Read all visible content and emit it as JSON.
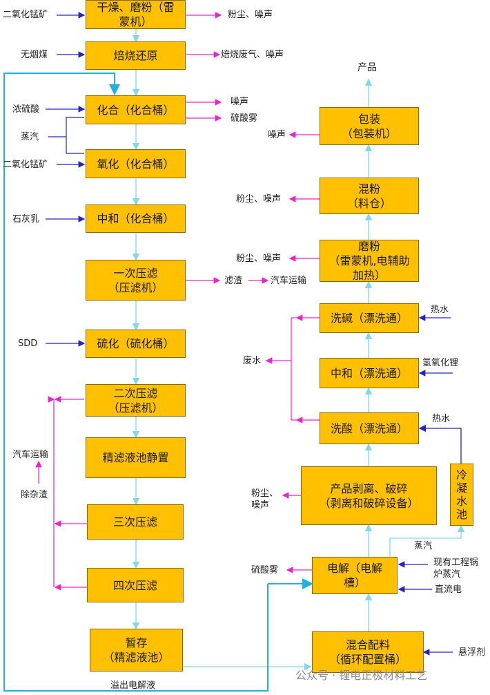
{
  "colors": {
    "box": "#ffc000",
    "flow": "#7fd8f0",
    "input": "#2323c8",
    "output": "#f020d0",
    "recycle": "#22b0e0"
  },
  "left": {
    "drying": "干燥、磨粉（雷\n蒙机）",
    "roasting": "焙烧还原",
    "combine": "化合（化合桶）",
    "oxidize": "氧化（化合桶）",
    "neutralize": "中和（化合桶）",
    "press1": "一次压滤\n（压滤机）",
    "sulfide": "硫化（硫化桶）",
    "press2": "二次压滤\n（压滤机）",
    "settle": "精滤液池静置",
    "press3": "三次压滤",
    "press4": "四次压滤",
    "storage": "暂存\n（精滤液池）"
  },
  "right": {
    "mixing": "混合配料\n（循环配置桶）",
    "electrolysis": "电解（电解\n槽）",
    "stripping": "产品剥离、破碎\n（剥离和破碎设备）",
    "acid_wash": "洗酸（漂洗通）",
    "neutral_wash": "中和（漂洗通）",
    "alkali_wash": "洗碱（漂洗通）",
    "grinding": "磨粉\n（雷蒙机,电辅助\n加热）",
    "blending": "混粉\n（料仓）",
    "packing": "包装\n（包装机）",
    "cooling": "冷\n凝\n水\n池"
  },
  "labels": {
    "mno2_1": "二氧化锰矿",
    "coal": "无烟煤",
    "h2so4": "浓硫酸",
    "steam_left": "蒸汽",
    "mno2_2": "二氧化锰矿",
    "lime": "石灰乳",
    "sdd": "SDD",
    "truck_left": "汽车运输",
    "impurity": "除杂渣",
    "dust_noise_1": "粉尘、噪声",
    "roast_gas": "焙烧废气、噪声",
    "noise_1": "噪声",
    "acid_mist_1": "硫酸雾",
    "residue": "滤渣",
    "truck_right": "汽车运输",
    "overflow": "溢出电解液",
    "product": "产品",
    "noise_pack": "噪声",
    "dust_noise_blend": "粉尘、噪声",
    "dust_noise_grind": "粉尘、噪声",
    "hot_water_1": "热水",
    "wastewater": "废水",
    "lioh": "氢氧化锂",
    "hot_water_2": "热水",
    "dust_noise_strip": "粉尘、\n噪声",
    "steam_right": "蒸汽",
    "acid_mist_2": "硫酸雾",
    "boiler_steam": "现有工程锅\n炉蒸汽",
    "dc_power": "直流电",
    "suspending": "悬浮剂"
  },
  "watermark": "公众号 · 锂电正极材料工艺"
}
